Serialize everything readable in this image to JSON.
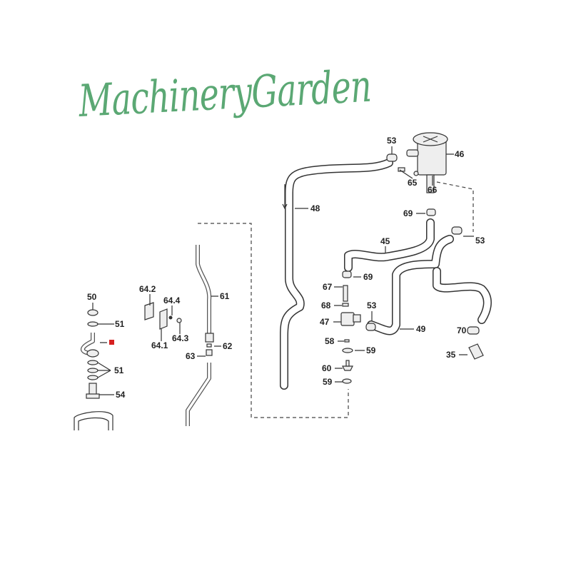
{
  "watermark": "MachineryGarden",
  "callouts": [
    "50",
    "51",
    "51",
    "54",
    "64.2",
    "64.4",
    "64.1",
    "64.3",
    "61",
    "62",
    "63",
    "48",
    "53",
    "46",
    "65",
    "66",
    "69",
    "53",
    "45",
    "69",
    "67",
    "68",
    "53",
    "47",
    "49",
    "58",
    "59",
    "70",
    "35",
    "60",
    "59"
  ],
  "colors": {
    "watermark": "#3f9a5c",
    "marker": "#d62020",
    "lines": "#333333"
  }
}
